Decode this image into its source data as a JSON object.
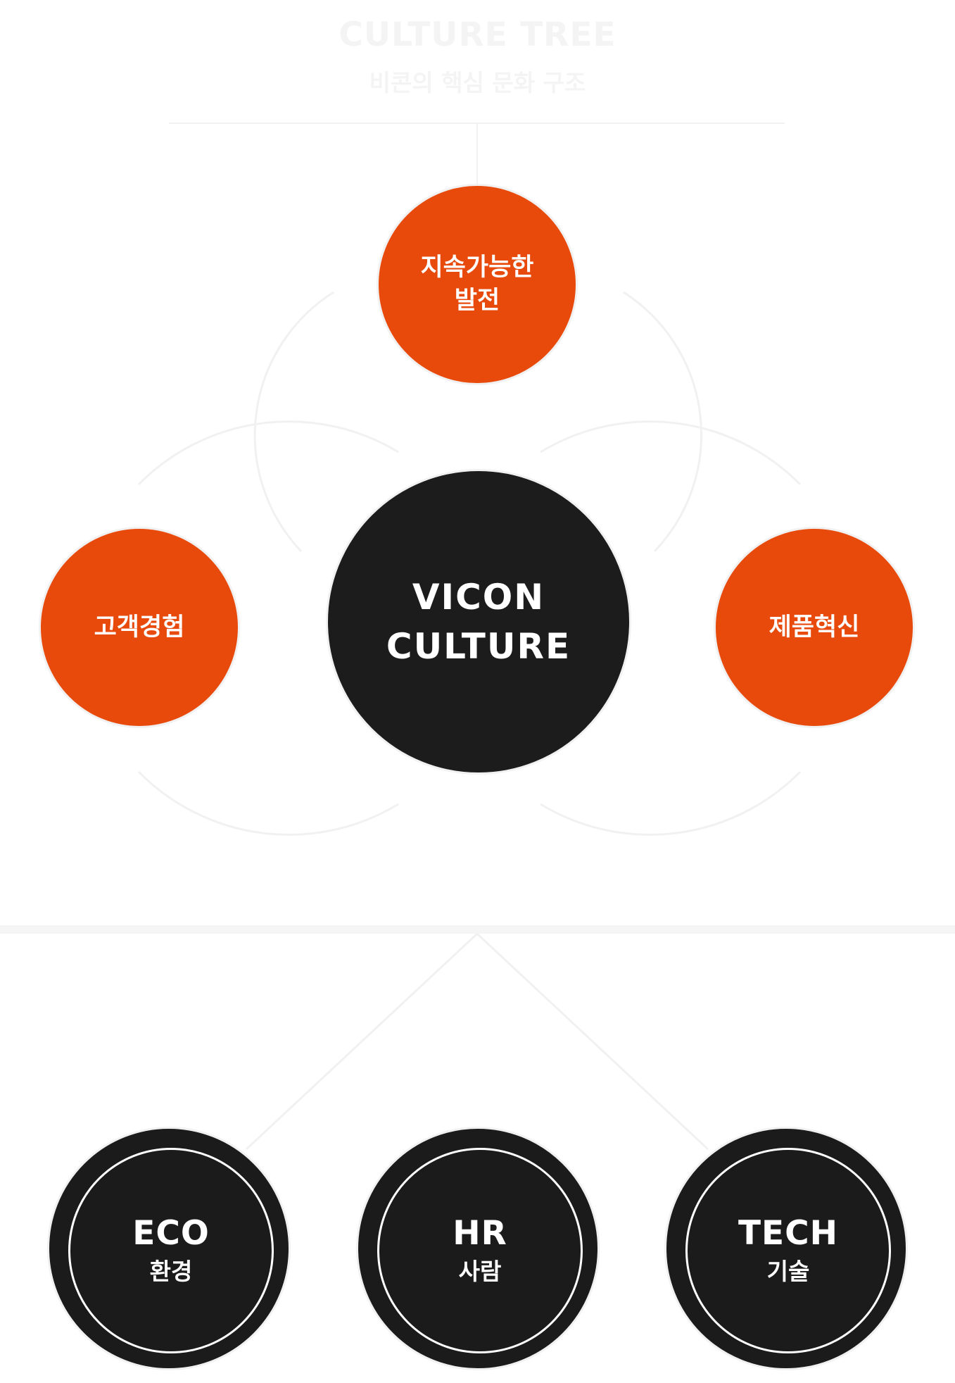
{
  "header": {
    "title": "CULTURE TREE",
    "subtitle": "비콘의 핵심 문화 구조"
  },
  "core": {
    "line1": "VICON",
    "line2": "CULTURE"
  },
  "values": [
    {
      "line1": "지속가능한",
      "line2": "발전"
    },
    {
      "line1": "고객경험"
    },
    {
      "line1": "제품혁신"
    }
  ],
  "pillars": [
    {
      "en": "ECO",
      "ko": "환경"
    },
    {
      "en": "HR",
      "ko": "사람"
    },
    {
      "en": "TECH",
      "ko": "기술"
    }
  ],
  "colors": {
    "accent": "#e84a0c",
    "dark": "#1c1c1c",
    "faint": "#f4f4f4"
  }
}
